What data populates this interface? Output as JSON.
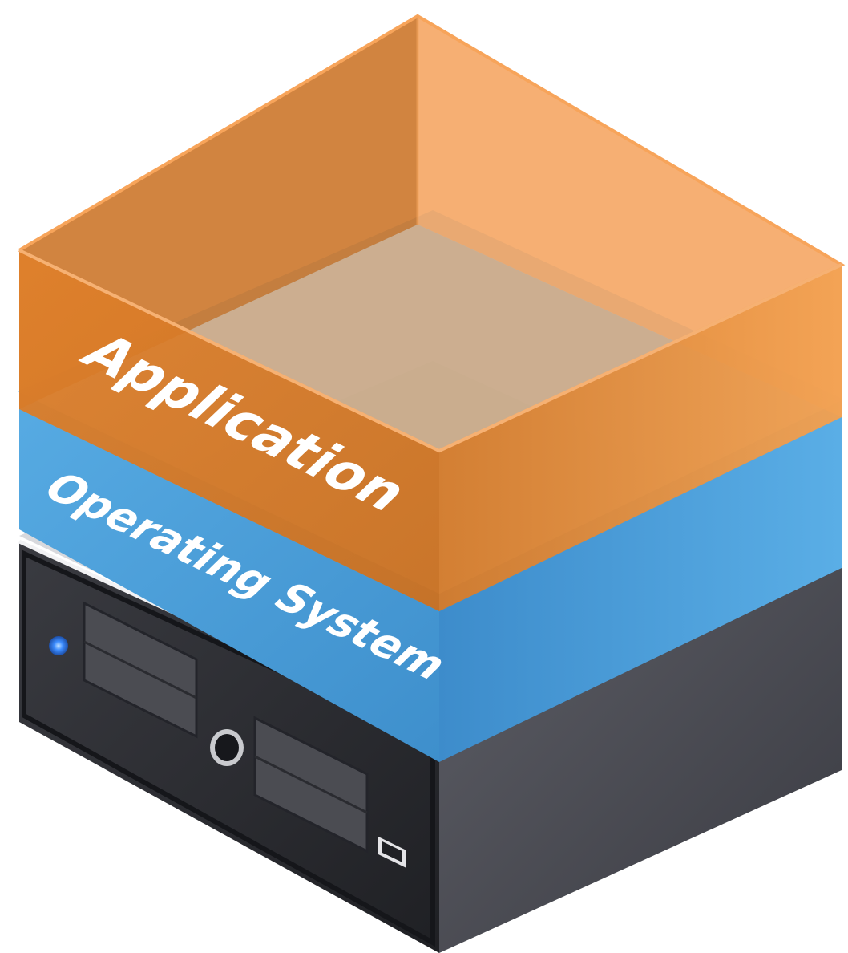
{
  "layers": [
    {
      "id": "application",
      "label": "Application",
      "color": "#F0923A"
    },
    {
      "id": "operating-system",
      "label": "Operating System",
      "color": "#4C9FD8"
    },
    {
      "id": "hardware",
      "label": "",
      "color": "#4A4B52"
    }
  ],
  "accent_colors": {
    "power_led": "#2F7BFF",
    "server_front": "#2B2C31",
    "server_side": "#4B4C53",
    "server_trim": "#D9DADE"
  },
  "icons": [
    "power-led-icon",
    "power-button-icon",
    "usb-port-icon",
    "drive-bay-icon"
  ]
}
